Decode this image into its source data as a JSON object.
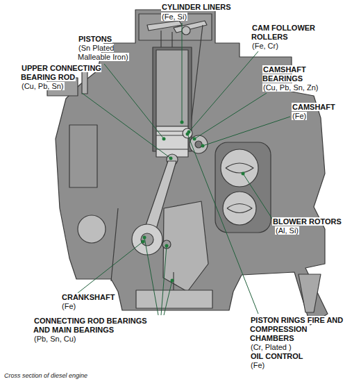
{
  "diagram": {
    "caption": "Cross section of diesel engine",
    "labels": [
      "CYLINDER LINERS",
      "(Fe, Si)",
      "PISTONS",
      "(Sn Plated Malleable Iron)",
      "CAM FOLLOWER ROLLERS",
      "(Fe, Cr)",
      "UPPER CONNECTING BEARING ROD",
      "(Cu, Pb, Sn)",
      "CAMSHAFT BEARINGS",
      "(Cu, Pb, Sn, Zn)",
      "CAMSHAFT",
      "(Fe)",
      "BLOWER ROTORS",
      "(Al, Si)",
      "CRANKSHAFT",
      "(Fe)",
      "CONNECTING ROD BEARINGS AND MAIN BEARINGS",
      "(Pb, Sn, Cu)",
      "PISTON RINGS FIRE AND COMPRESSION CHAMBERS",
      "(Cr, Plated )",
      "OIL CONTROL",
      "(Fe)"
    ]
  }
}
